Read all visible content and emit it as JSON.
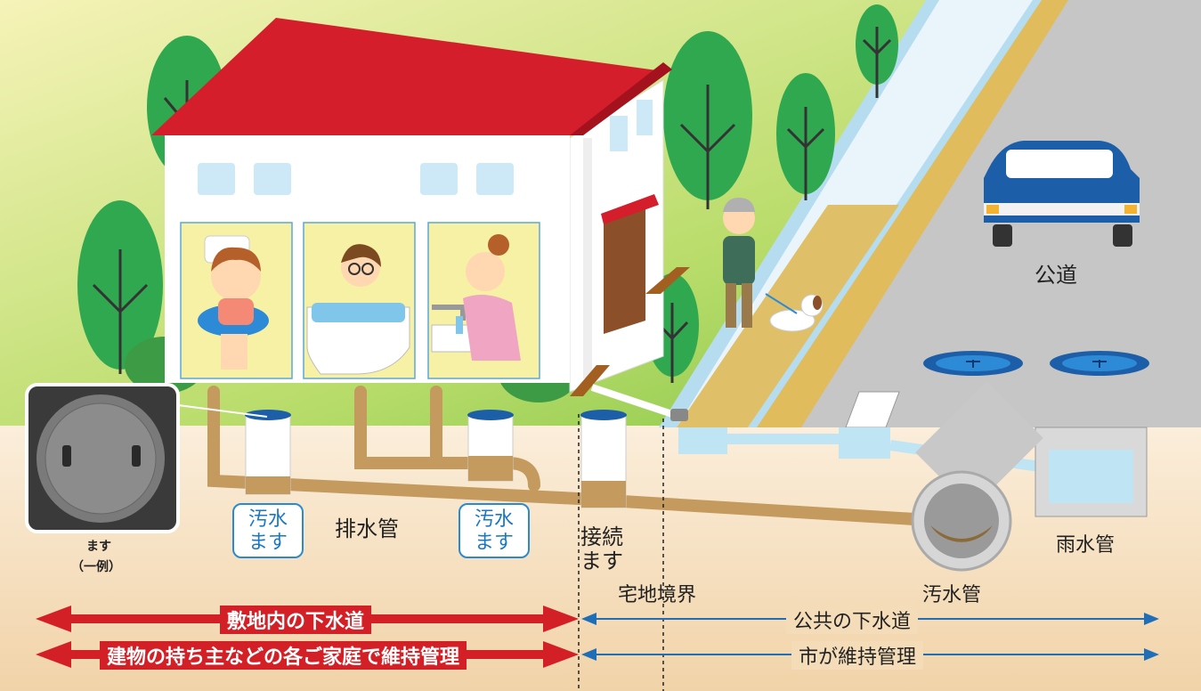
{
  "labels": {
    "public_road": "公道",
    "sewage_box_1": "汚水\nます",
    "drain_pipe": "排水管",
    "sewage_box_2": "汚水\nます",
    "connection_box": "接続\nます",
    "property_boundary": "宅地境界",
    "sewage_pipe": "汚水管",
    "rain_pipe": "雨水管",
    "masu_caption": "ます",
    "masu_example": "（一例）"
  },
  "arrows": {
    "private_sewer": "敷地内の下水道",
    "private_maintenance": "建物の持ち主などの各ご家庭で維持管理",
    "public_sewer": "公共の下水道",
    "city_maintenance": "市が維持管理"
  },
  "colors": {
    "roof": "#d41e2b",
    "house_wall": "#ffffff",
    "grass": "#7cc241",
    "road": "#c7c7c7",
    "pipe": "#c49a5e",
    "ground": "#f6e0c0",
    "red_arrow": "#d32027",
    "blue_arrow": "#1e6fb8"
  },
  "icons": [
    "manhole-photo",
    "car-icon",
    "manhole-cover-icon",
    "tree-icon",
    "dog-icon"
  ]
}
